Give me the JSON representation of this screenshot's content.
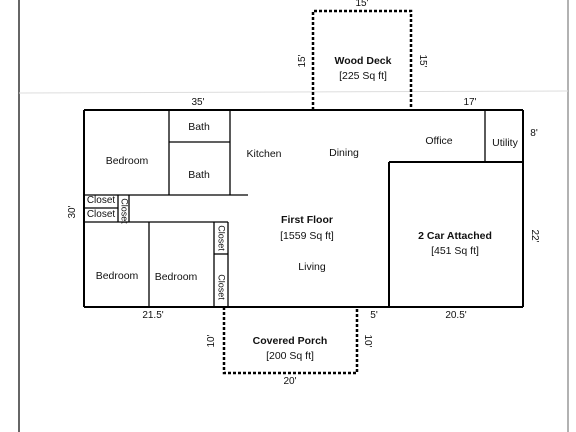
{
  "deck": {
    "name": "Wood Deck",
    "area": "[225 Sq ft]",
    "dim_top": "15'",
    "dim_left": "15'",
    "dim_right": "15'"
  },
  "porch": {
    "name": "Covered Porch",
    "area": "[200 Sq ft]",
    "dim_bottom": "20'",
    "dim_left": "10'",
    "dim_right": "10'"
  },
  "floor": {
    "name": "First Floor",
    "area": "[1559 Sq ft]"
  },
  "garage": {
    "name": "2 Car Attached",
    "area": "[451 Sq ft]",
    "dim_right": "22'",
    "dim_bottom": "20.5'"
  },
  "rooms": {
    "bath1": "Bath",
    "bath2": "Bath",
    "bedroom_top": "Bedroom",
    "bedroom_bl": "Bedroom",
    "bedroom_bm": "Bedroom",
    "kitchen": "Kitchen",
    "dining": "Dining",
    "office": "Office",
    "utility": "Utility",
    "living": "Living",
    "closet1": "Closet",
    "closet2": "Closet",
    "closet3": "Closet",
    "closet4": "Closet",
    "closet5": "Closet"
  },
  "dims": {
    "top_left": "35'",
    "top_right": "17'",
    "left": "30'",
    "right_top": "8'",
    "bottom_left": "21.5'",
    "bottom_mid": "5'"
  }
}
